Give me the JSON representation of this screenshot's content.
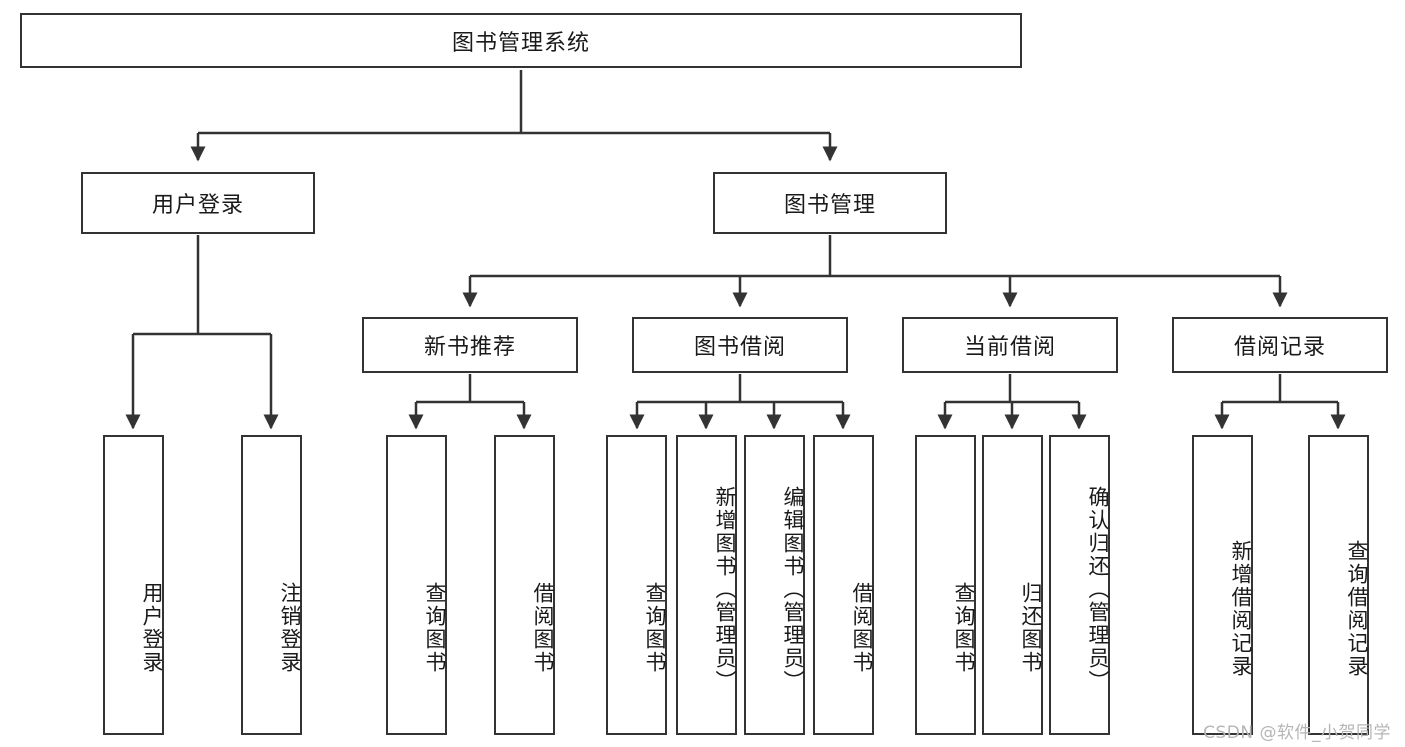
{
  "diagram": {
    "type": "tree",
    "title": "图书管理系统",
    "stroke_color": "#333333",
    "background_color": "#ffffff",
    "text_color": "#1a1a1a",
    "root": {
      "id": "root",
      "label": "图书管理系统",
      "orientation": "horizontal"
    },
    "level1": [
      {
        "id": "user-login",
        "label": "用户登录",
        "orientation": "horizontal"
      },
      {
        "id": "book-manage",
        "label": "图书管理",
        "orientation": "horizontal"
      }
    ],
    "level2": [
      {
        "id": "new-book-recommend",
        "label": "新书推荐",
        "orientation": "horizontal",
        "parent": "book-manage"
      },
      {
        "id": "book-borrow",
        "label": "图书借阅",
        "orientation": "horizontal",
        "parent": "book-manage"
      },
      {
        "id": "current-borrow",
        "label": "当前借阅",
        "orientation": "horizontal",
        "parent": "book-manage"
      },
      {
        "id": "borrow-record",
        "label": "借阅记录",
        "orientation": "horizontal",
        "parent": "book-manage"
      }
    ],
    "leaves": [
      {
        "id": "leaf-user-login",
        "label": "用户登录",
        "orientation": "vertical",
        "parent": "user-login"
      },
      {
        "id": "leaf-logout-login",
        "label": "注销登录",
        "orientation": "vertical",
        "parent": "user-login"
      },
      {
        "id": "leaf-query-book-1",
        "label": "查询图书",
        "orientation": "vertical",
        "parent": "new-book-recommend"
      },
      {
        "id": "leaf-borrow-book-1",
        "label": "借阅图书",
        "orientation": "vertical",
        "parent": "new-book-recommend"
      },
      {
        "id": "leaf-query-book-2",
        "label": "查询图书",
        "orientation": "vertical",
        "parent": "book-borrow"
      },
      {
        "id": "leaf-add-book",
        "label": "新增图书（管理员）",
        "orientation": "vertical",
        "parent": "book-borrow"
      },
      {
        "id": "leaf-edit-book",
        "label": "编辑图书（管理员）",
        "orientation": "vertical",
        "parent": "book-borrow"
      },
      {
        "id": "leaf-borrow-book-2",
        "label": "借阅图书",
        "orientation": "vertical",
        "parent": "book-borrow"
      },
      {
        "id": "leaf-query-book-3",
        "label": "查询图书",
        "orientation": "vertical",
        "parent": "current-borrow"
      },
      {
        "id": "leaf-return-book",
        "label": "归还图书",
        "orientation": "vertical",
        "parent": "current-borrow"
      },
      {
        "id": "leaf-confirm-return",
        "label": "确认归还（管理员）",
        "orientation": "vertical",
        "parent": "current-borrow"
      },
      {
        "id": "leaf-add-record",
        "label": "新增借阅记录",
        "orientation": "vertical",
        "parent": "borrow-record"
      },
      {
        "id": "leaf-query-record",
        "label": "查询借阅记录",
        "orientation": "vertical",
        "parent": "borrow-record"
      }
    ]
  },
  "watermark": {
    "text": "CSDN @软件_小贺同学"
  }
}
